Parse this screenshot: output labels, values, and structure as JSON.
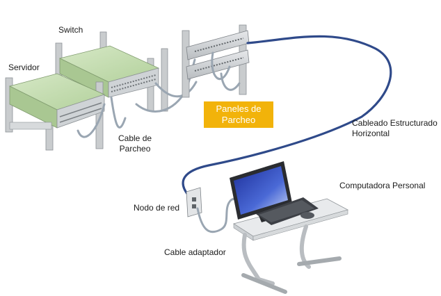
{
  "labels": {
    "switch": "Switch",
    "servidor": "Servidor",
    "cable_parcheo_line1": "Cable de",
    "cable_parcheo_line2": "Parcheo",
    "paneles_line1": "Paneles de",
    "paneles_line2": "Parcheo",
    "cableado_line1": "Cableado Estructurado",
    "cableado_line2": "Horizontal",
    "computadora": "Computadora Personal",
    "nodo": "Nodo de red",
    "cable_adaptador": "Cable adaptador"
  },
  "colors": {
    "highlight": "#f2b30a",
    "horizontal_cable": "#2f4a8a",
    "patch_cable": "#9aa6b2",
    "device_green": "#c3dcb0",
    "rack_gray": "#cfd2d5",
    "monitor_screen": "#3d56c4"
  },
  "icons": [
    "rack-icon",
    "switch-icon",
    "server-icon",
    "patch-panel-icon",
    "wall-outlet-icon",
    "monitor-icon",
    "keyboard-icon",
    "mouse-icon",
    "desk-icon"
  ]
}
